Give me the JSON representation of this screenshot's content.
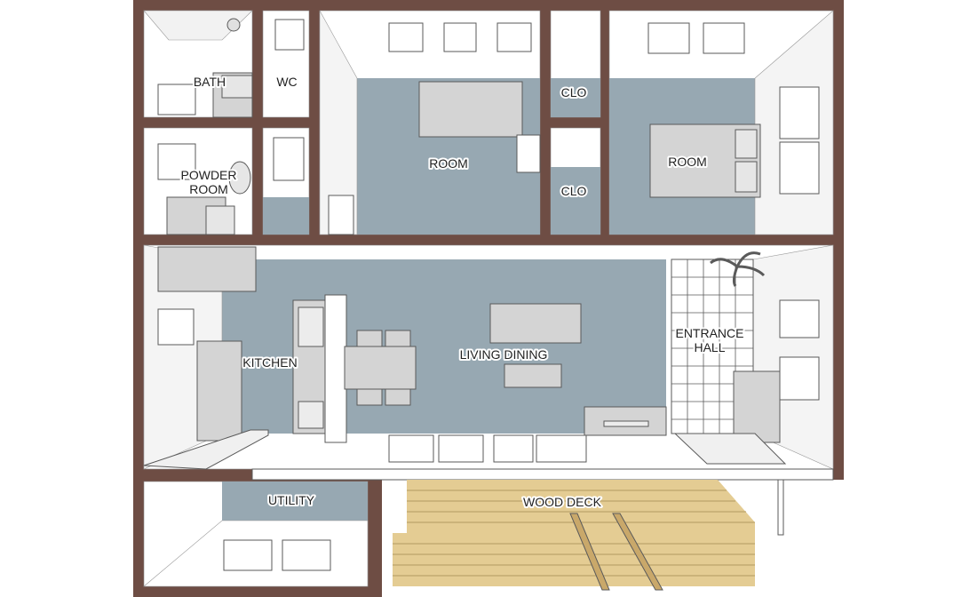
{
  "colors": {
    "wall": "#6e4d44",
    "floor": "#97a8b2",
    "deck": "#e4cc93",
    "deck_line": "#b29a62",
    "wall_face": "#ffffff",
    "furniture": "#d4d4d4",
    "outline": "#5a5a5a"
  },
  "labels": {
    "bath": "BATH",
    "wc": "WC",
    "room_1": "ROOM",
    "clo_1": "CLO",
    "clo_2": "CLO",
    "room_2": "ROOM",
    "powder_room_line1": "POWDER",
    "powder_room_line2": "ROOM",
    "kitchen": "KITCHEN",
    "living_dining": "LIVING DINING",
    "entrance_hall_line1": "ENTRANCE",
    "entrance_hall_line2": "HALL",
    "utility": "UTILITY",
    "wood_deck": "WOOD DECK"
  }
}
